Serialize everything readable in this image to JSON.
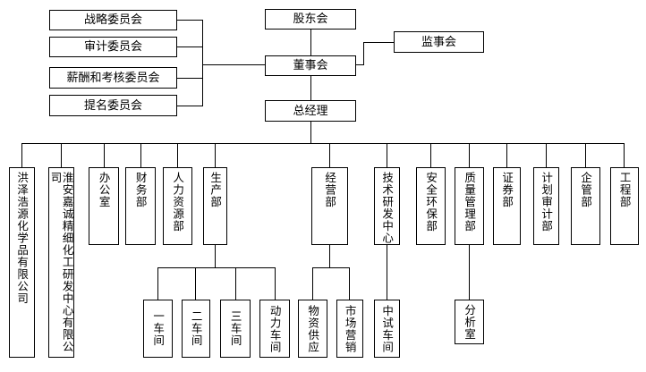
{
  "top": {
    "shareholders": "股东会",
    "supervisors": "监事会",
    "board": "董事会",
    "gm": "总经理"
  },
  "committees": [
    {
      "label": "战略委员会"
    },
    {
      "label": "审计委员会"
    },
    {
      "label": "薪酬和考核委员会"
    },
    {
      "label": "提名委员会"
    }
  ],
  "departments": [
    {
      "label": "洪泽浩源化学品有限公司"
    },
    {
      "label": "淮安嘉诚精细化工研发中心有限公司"
    },
    {
      "label": "办公室"
    },
    {
      "label": "财务部"
    },
    {
      "label": "人力资源部"
    },
    {
      "label": "生产部"
    },
    {
      "label": "经营部"
    },
    {
      "label": "技术研发中心"
    },
    {
      "label": "安全环保部"
    },
    {
      "label": "质量管理部"
    },
    {
      "label": "证券部"
    },
    {
      "label": "计划审计部"
    },
    {
      "label": "企管部"
    },
    {
      "label": "工程部"
    }
  ],
  "production_units": [
    {
      "label": "一车间"
    },
    {
      "label": "二车间"
    },
    {
      "label": "三车间"
    },
    {
      "label": "动力车间"
    }
  ],
  "sales_units": [
    {
      "label": "物资供应"
    },
    {
      "label": "市场营销"
    }
  ],
  "rd_units": [
    {
      "label": "中试车间"
    }
  ],
  "quality_units": [
    {
      "label": "分析室"
    }
  ]
}
